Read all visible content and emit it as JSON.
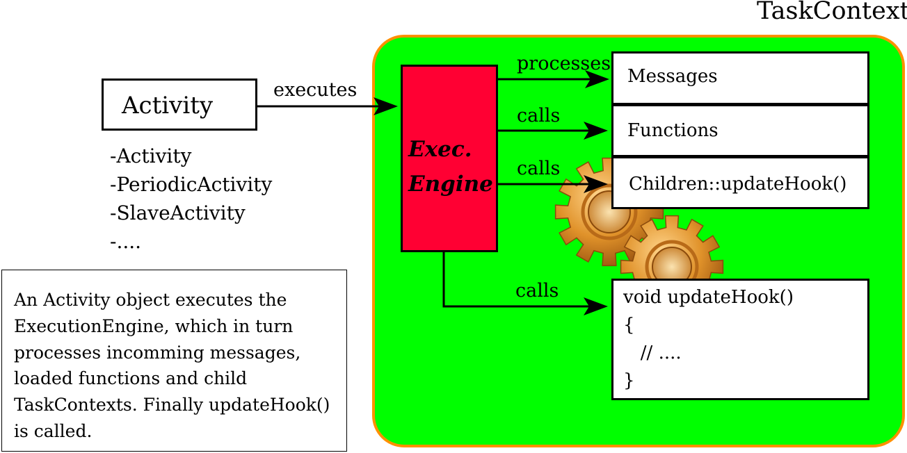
{
  "task_context": {
    "title": "TaskContext"
  },
  "activity": {
    "label": "Activity",
    "types": [
      "-Activity",
      "-PeriodicActivity",
      "-SlaveActivity",
      "-...."
    ]
  },
  "note": {
    "lines": [
      "An Activity object executes the",
      "ExecutionEngine, which in turn",
      "processes incomming messages,",
      "loaded functions and child",
      "TaskContexts. Finally updateHook()",
      "is called."
    ]
  },
  "engine": {
    "line1": "Exec.",
    "line2": "Engine"
  },
  "targets": {
    "messages": "Messages",
    "functions": "Functions",
    "children": "Children::updateHook()"
  },
  "hook_code": {
    "lines": [
      "void updateHook()",
      "{",
      "   // ....",
      "}"
    ]
  },
  "arrows": {
    "executes": "executes",
    "processes": "processes",
    "calls_functions": "calls",
    "calls_children": "calls",
    "calls_hook": "calls"
  },
  "colors": {
    "context_fill": "#00ff00",
    "context_border": "#ff9000",
    "engine_fill": "#ff0033",
    "gear": "#d98a1e"
  },
  "icons": [
    "gear-icon",
    "gear-icon"
  ]
}
